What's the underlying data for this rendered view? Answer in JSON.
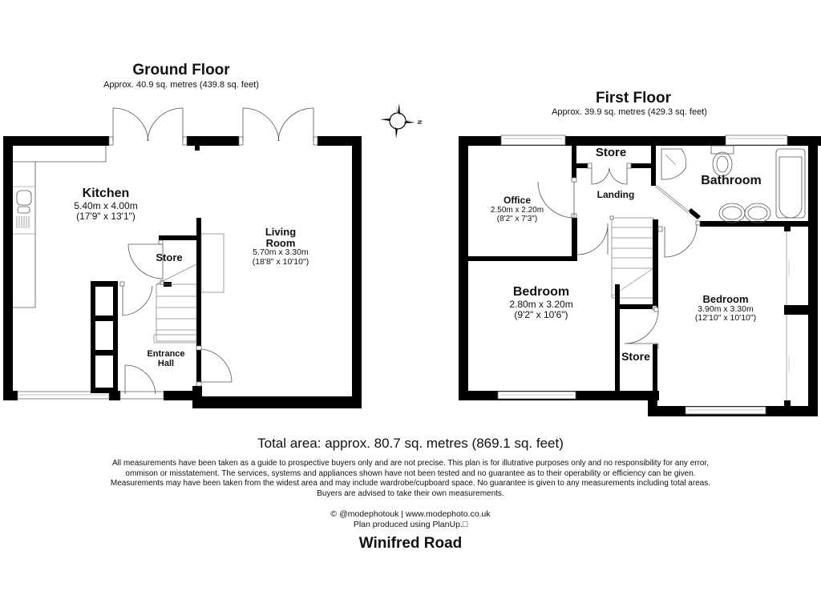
{
  "ground_floor": {
    "title": "Ground Floor",
    "area": "Approx. 40.9 sq. metres (439.8 sq. feet)",
    "rooms": [
      {
        "name": "Kitchen",
        "dim_metric": "5.40m x 4.00m",
        "dim_imperial": "(17'9\" x 13'1\")"
      },
      {
        "name": "Store"
      },
      {
        "name": "Living",
        "name2": "Room",
        "dim_metric": "5.70m x 3.30m",
        "dim_imperial": "(18'8\" x 10'10\")"
      },
      {
        "name": "Entrance",
        "name2": "Hall"
      }
    ]
  },
  "first_floor": {
    "title": "First Floor",
    "area": "Approx. 39.9 sq. metres (429.3 sq. feet)",
    "rooms": [
      {
        "name": "Office",
        "dim_metric": "2.50m x 2.20m",
        "dim_imperial": "(8'2\" x 7'3\")"
      },
      {
        "name": "Store"
      },
      {
        "name": "Landing"
      },
      {
        "name": "Bathroom"
      },
      {
        "name": "Bedroom",
        "dim_metric": "2.80m x 3.20m",
        "dim_imperial": "(9'2\" x 10'6\")"
      },
      {
        "name": "Bedroom",
        "dim_metric": "3.90m x 3.30m",
        "dim_imperial": "(12'10\" x 10'10\")"
      },
      {
        "name": "Store"
      }
    ]
  },
  "compass": {
    "label": "N",
    "icon": "compass-rose-icon"
  },
  "total_area": "Total area: approx. 80.7 sq. metres (869.1 sq. feet)",
  "disclaimer": "All measurements have been taken as a guide to prospective buyers only and are not precise. This plan is for illutrative purposes only and no responsibility for any error, ommison or misstatement. The services, systems and appliances shown have not been tested and no guarantee as to their operability or efficiency can be given. Measurements may have been taken from the widest area and may include wardrobe/cupboard space. No guarantee is given to any measurements including total areas. Buyers are advised to take their own measurements.",
  "credit_line1": "© @modephotouk | www.modephoto.co.uk",
  "credit_line2": "Plan  produced  using  PlanUp.□",
  "address": "Winifred Road"
}
